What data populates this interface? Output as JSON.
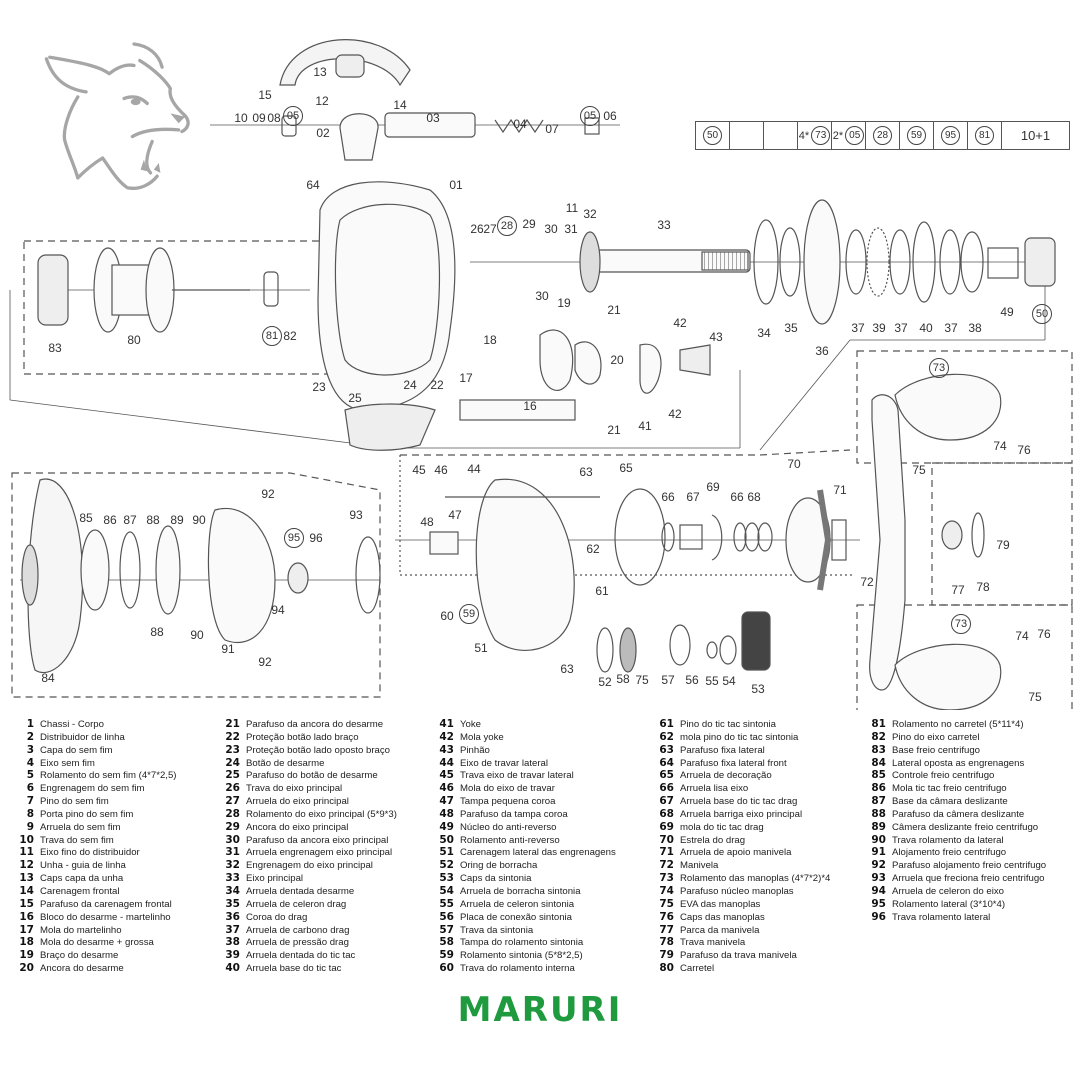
{
  "brand": {
    "name": "MARURI",
    "color": "#1f9a3f"
  },
  "mascot": {
    "icon": "lynx-head-icon",
    "color": "#a6a6a6"
  },
  "kit_table": {
    "cells": [
      {
        "prefix": "",
        "circled": "50",
        "text": ""
      },
      {
        "prefix": "",
        "circled": "",
        "text": ""
      },
      {
        "prefix": "",
        "circled": "",
        "text": ""
      },
      {
        "prefix": "4*",
        "circled": "73",
        "text": ""
      },
      {
        "prefix": "2*",
        "circled": "05",
        "text": ""
      },
      {
        "prefix": "",
        "circled": "28",
        "text": ""
      },
      {
        "prefix": "",
        "circled": "59",
        "text": ""
      },
      {
        "prefix": "",
        "circled": "95",
        "text": ""
      },
      {
        "prefix": "",
        "circled": "81",
        "text": ""
      },
      {
        "prefix": "",
        "circled": "",
        "text": "10+1"
      }
    ]
  },
  "callouts": [
    {
      "label": "15",
      "circled": false
    },
    {
      "label": "13",
      "circled": false
    },
    {
      "label": "14",
      "circled": false
    },
    {
      "label": "12",
      "circled": false
    },
    {
      "label": "10",
      "circled": false
    },
    {
      "label": "09",
      "circled": false
    },
    {
      "label": "08",
      "circled": false
    },
    {
      "label": "05",
      "circled": true
    },
    {
      "label": "02",
      "circled": false
    },
    {
      "label": "03",
      "circled": false
    },
    {
      "label": "04",
      "circled": false
    },
    {
      "label": "07",
      "circled": false
    },
    {
      "label": "05",
      "circled": true
    },
    {
      "label": "06",
      "circled": false
    },
    {
      "label": "64",
      "circled": false
    },
    {
      "label": "01",
      "circled": false
    },
    {
      "label": "11",
      "circled": false
    },
    {
      "label": "26",
      "circled": false
    },
    {
      "label": "27",
      "circled": false
    },
    {
      "label": "28",
      "circled": true
    },
    {
      "label": "29",
      "circled": false
    },
    {
      "label": "30",
      "circled": false
    },
    {
      "label": "31",
      "circled": false
    },
    {
      "label": "32",
      "circled": false
    },
    {
      "label": "30",
      "circled": false
    },
    {
      "label": "33",
      "circled": false
    },
    {
      "label": "34",
      "circled": false
    },
    {
      "label": "35",
      "circled": false
    },
    {
      "label": "36",
      "circled": false
    },
    {
      "label": "37",
      "circled": false
    },
    {
      "label": "39",
      "circled": false
    },
    {
      "label": "37",
      "circled": false
    },
    {
      "label": "40",
      "circled": false
    },
    {
      "label": "37",
      "circled": false
    },
    {
      "label": "38",
      "circled": false
    },
    {
      "label": "49",
      "circled": false
    },
    {
      "label": "50",
      "circled": true
    },
    {
      "label": "83",
      "circled": false
    },
    {
      "label": "80",
      "circled": false
    },
    {
      "label": "81",
      "circled": true
    },
    {
      "label": "82",
      "circled": false
    },
    {
      "label": "19",
      "circled": false
    },
    {
      "label": "21",
      "circled": false
    },
    {
      "label": "18",
      "circled": false
    },
    {
      "label": "20",
      "circled": false
    },
    {
      "label": "42",
      "circled": false
    },
    {
      "label": "43",
      "circled": false
    },
    {
      "label": "17",
      "circled": false
    },
    {
      "label": "16",
      "circled": false
    },
    {
      "label": "41",
      "circled": false
    },
    {
      "label": "42",
      "circled": false
    },
    {
      "label": "21",
      "circled": false
    },
    {
      "label": "23",
      "circled": false
    },
    {
      "label": "24",
      "circled": false
    },
    {
      "label": "22",
      "circled": false
    },
    {
      "label": "25",
      "circled": false
    },
    {
      "label": "73",
      "circled": true
    },
    {
      "label": "74",
      "circled": false
    },
    {
      "label": "76",
      "circled": false
    },
    {
      "label": "75",
      "circled": false
    },
    {
      "label": "79",
      "circled": false
    },
    {
      "label": "77",
      "circled": false
    },
    {
      "label": "78",
      "circled": false
    },
    {
      "label": "72",
      "circled": false
    },
    {
      "label": "73",
      "circled": true
    },
    {
      "label": "74",
      "circled": false
    },
    {
      "label": "76",
      "circled": false
    },
    {
      "label": "75",
      "circled": false
    },
    {
      "label": "92",
      "circled": false
    },
    {
      "label": "85",
      "circled": false
    },
    {
      "label": "86",
      "circled": false
    },
    {
      "label": "87",
      "circled": false
    },
    {
      "label": "88",
      "circled": false
    },
    {
      "label": "89",
      "circled": false
    },
    {
      "label": "90",
      "circled": false
    },
    {
      "label": "93",
      "circled": false
    },
    {
      "label": "95",
      "circled": true
    },
    {
      "label": "96",
      "circled": false
    },
    {
      "label": "94",
      "circled": false
    },
    {
      "label": "88",
      "circled": false
    },
    {
      "label": "90",
      "circled": false
    },
    {
      "label": "91",
      "circled": false
    },
    {
      "label": "92",
      "circled": false
    },
    {
      "label": "84",
      "circled": false
    },
    {
      "label": "45",
      "circled": false
    },
    {
      "label": "46",
      "circled": false
    },
    {
      "label": "44",
      "circled": false
    },
    {
      "label": "63",
      "circled": false
    },
    {
      "label": "65",
      "circled": false
    },
    {
      "label": "48",
      "circled": false
    },
    {
      "label": "47",
      "circled": false
    },
    {
      "label": "62",
      "circled": false
    },
    {
      "label": "61",
      "circled": false
    },
    {
      "label": "60",
      "circled": false
    },
    {
      "label": "59",
      "circled": true
    },
    {
      "label": "51",
      "circled": false
    },
    {
      "label": "63",
      "circled": false
    },
    {
      "label": "66",
      "circled": false
    },
    {
      "label": "67",
      "circled": false
    },
    {
      "label": "69",
      "circled": false
    },
    {
      "label": "66",
      "circled": false
    },
    {
      "label": "68",
      "circled": false
    },
    {
      "label": "70",
      "circled": false
    },
    {
      "label": "71",
      "circled": false
    },
    {
      "label": "52",
      "circled": false
    },
    {
      "label": "58",
      "circled": false
    },
    {
      "label": "75",
      "circled": false
    },
    {
      "label": "57",
      "circled": false
    },
    {
      "label": "56",
      "circled": false
    },
    {
      "label": "55",
      "circled": false
    },
    {
      "label": "54",
      "circled": false
    },
    {
      "label": "53",
      "circled": false
    }
  ],
  "parts_list": [
    [
      {
        "num": "1",
        "name": "Chassi - Corpo"
      },
      {
        "num": "2",
        "name": "Distribuidor de linha"
      },
      {
        "num": "3",
        "name": "Capa do sem fim"
      },
      {
        "num": "4",
        "name": "Eixo sem fim"
      },
      {
        "num": "5",
        "name": "Rolamento do sem fim (4*7*2,5)"
      },
      {
        "num": "6",
        "name": "Engrenagem do sem fim"
      },
      {
        "num": "7",
        "name": "Pino do sem fim"
      },
      {
        "num": "8",
        "name": "Porta pino do sem fim"
      },
      {
        "num": "9",
        "name": "Arruela do sem fim"
      },
      {
        "num": "10",
        "name": "Trava do sem fim"
      },
      {
        "num": "11",
        "name": "Eixo fino do distribuidor"
      },
      {
        "num": "12",
        "name": "Unha - guia de linha"
      },
      {
        "num": "13",
        "name": "Caps capa da unha"
      },
      {
        "num": "14",
        "name": "Carenagem frontal"
      },
      {
        "num": "15",
        "name": "Parafuso da carenagem frontal"
      },
      {
        "num": "16",
        "name": "Bloco do desarme - martelinho"
      },
      {
        "num": "17",
        "name": "Mola do martelinho"
      },
      {
        "num": "18",
        "name": "Mola do desarme + grossa"
      },
      {
        "num": "19",
        "name": "Braço do desarme"
      },
      {
        "num": "20",
        "name": "Ancora do desarme"
      }
    ],
    [
      {
        "num": "21",
        "name": "Parafuso da ancora do desarme"
      },
      {
        "num": "22",
        "name": "Proteção botão lado braço"
      },
      {
        "num": "23",
        "name": "Proteção botão lado oposto braço"
      },
      {
        "num": "24",
        "name": "Botão de desarme"
      },
      {
        "num": "25",
        "name": "Parafuso do botão de desarme"
      },
      {
        "num": "26",
        "name": "Trava do eixo principal"
      },
      {
        "num": "27",
        "name": "Arruela do eixo principal"
      },
      {
        "num": "28",
        "name": "Rolamento do eixo principal (5*9*3)"
      },
      {
        "num": "29",
        "name": "Ancora do eixo principal"
      },
      {
        "num": "30",
        "name": "Parafuso da ancora eixo principal"
      },
      {
        "num": "31",
        "name": "Arruela engrenagem eixo principal"
      },
      {
        "num": "32",
        "name": "Engrenagem do eixo principal"
      },
      {
        "num": "33",
        "name": "Eixo principal"
      },
      {
        "num": "34",
        "name": "Arruela dentada desarme"
      },
      {
        "num": "35",
        "name": "Arruela de celeron drag"
      },
      {
        "num": "36",
        "name": "Coroa do drag"
      },
      {
        "num": "37",
        "name": "Arruela de carbono drag"
      },
      {
        "num": "38",
        "name": "Arruela de pressão drag"
      },
      {
        "num": "39",
        "name": "Arruela dentada do tic tac"
      },
      {
        "num": "40",
        "name": "Arruela base do tic tac"
      }
    ],
    [
      {
        "num": "41",
        "name": "Yoke"
      },
      {
        "num": "42",
        "name": "Mola yoke"
      },
      {
        "num": "43",
        "name": "Pinhão"
      },
      {
        "num": "44",
        "name": "Eixo de travar lateral"
      },
      {
        "num": "45",
        "name": "Trava eixo de travar lateral"
      },
      {
        "num": "46",
        "name": "Mola do eixo de travar"
      },
      {
        "num": "47",
        "name": "Tampa pequena coroa"
      },
      {
        "num": "48",
        "name": "Parafuso da tampa coroa"
      },
      {
        "num": "49",
        "name": "Núcleo do anti-reverso"
      },
      {
        "num": "50",
        "name": "Rolamento anti-reverso"
      },
      {
        "num": "51",
        "name": "Carenagem lateral das engrenagens"
      },
      {
        "num": "52",
        "name": "Oring de borracha"
      },
      {
        "num": "53",
        "name": "Caps da sintonia"
      },
      {
        "num": "54",
        "name": "Arruela de borracha sintonia"
      },
      {
        "num": "55",
        "name": "Arruela de celeron sintonia"
      },
      {
        "num": "56",
        "name": "Placa de conexão sintonia"
      },
      {
        "num": "57",
        "name": "Trava da sintonia"
      },
      {
        "num": "58",
        "name": "Tampa do rolamento sintonia"
      },
      {
        "num": "59",
        "name": "Rolamento sintonia (5*8*2,5)"
      },
      {
        "num": "60",
        "name": "Trava do rolamento interna"
      }
    ],
    [
      {
        "num": "61",
        "name": "Pino do tic tac sintonia"
      },
      {
        "num": "62",
        "name": "mola pino do tic tac sintonia"
      },
      {
        "num": "63",
        "name": "Parafuso fixa lateral"
      },
      {
        "num": "64",
        "name": "Parafuso fixa lateral front"
      },
      {
        "num": "65",
        "name": "Arruela de decoração"
      },
      {
        "num": "66",
        "name": "Arruela lisa eixo"
      },
      {
        "num": "67",
        "name": "Arruela base do tic tac drag"
      },
      {
        "num": "68",
        "name": "Arruela barriga eixo principal"
      },
      {
        "num": "69",
        "name": "mola do tic tac drag"
      },
      {
        "num": "70",
        "name": "Estrela do drag"
      },
      {
        "num": "71",
        "name": "Arruela de apoio manivela"
      },
      {
        "num": "72",
        "name": "Manivela"
      },
      {
        "num": "73",
        "name": "Rolamento das manoplas (4*7*2)*4"
      },
      {
        "num": "74",
        "name": "Parafuso núcleo manoplas"
      },
      {
        "num": "75",
        "name": "EVA das manoplas"
      },
      {
        "num": "76",
        "name": "Caps das manoplas"
      },
      {
        "num": "77",
        "name": "Parca da manivela"
      },
      {
        "num": "78",
        "name": "Trava manivela"
      },
      {
        "num": "79",
        "name": "Parafuso da trava manivela"
      },
      {
        "num": "80",
        "name": "Carretel"
      }
    ],
    [
      {
        "num": "81",
        "name": "Rolamento no carretel (5*11*4)"
      },
      {
        "num": "82",
        "name": "Pino do eixo carretel"
      },
      {
        "num": "83",
        "name": "Base freio centrifugo"
      },
      {
        "num": "84",
        "name": "Lateral oposta as engrenagens"
      },
      {
        "num": "85",
        "name": "Controle freio centrifugo"
      },
      {
        "num": "86",
        "name": "Mola tic tac freio centrifugo"
      },
      {
        "num": "87",
        "name": "Base da câmara deslizante"
      },
      {
        "num": "88",
        "name": "Parafuso da câmera deslizante"
      },
      {
        "num": "89",
        "name": "Câmera deslizante freio centrifugo"
      },
      {
        "num": "90",
        "name": "Trava rolamento da lateral"
      },
      {
        "num": "91",
        "name": "Alojamento freio centrifugo"
      },
      {
        "num": "92",
        "name": "Parafuso alojamento freio centrifugo"
      },
      {
        "num": "93",
        "name": "Arruela que freciona freio centrifugo"
      },
      {
        "num": "94",
        "name": "Arruela de celeron do eixo"
      },
      {
        "num": "95",
        "name": "Rolamento lateral (3*10*4)"
      },
      {
        "num": "96",
        "name": "Trava rolamento lateral"
      }
    ]
  ]
}
